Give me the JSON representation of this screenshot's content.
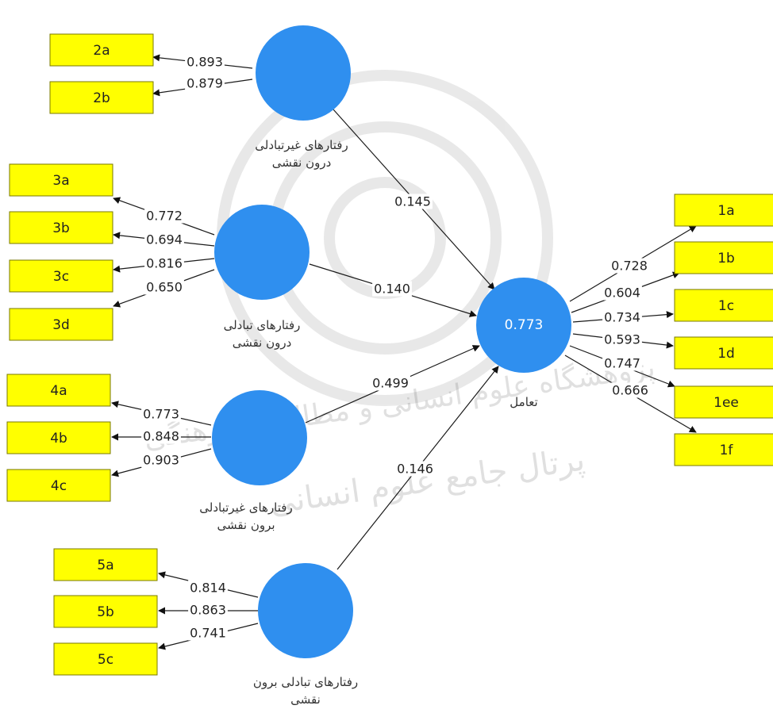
{
  "constructs": {
    "c2": {
      "label_lines": [
        "رفتارهای غیرتبادلی",
        "درون نقشی"
      ]
    },
    "c3": {
      "label_lines": [
        "رفتارهای تبادلی",
        "درون نقشی"
      ]
    },
    "c4": {
      "label_lines": [
        "رفتارهای غیرتبادلی",
        "برون نقشی"
      ]
    },
    "c5": {
      "label_lines": [
        "رفتارهای تبادلی برون",
        "نقشی"
      ]
    },
    "c1": {
      "label_lines": [
        "تعامل"
      ],
      "r_squared": "0.773"
    }
  },
  "indicators": [
    {
      "id": "2a",
      "label": "2a",
      "loading": "0.893"
    },
    {
      "id": "2b",
      "label": "2b",
      "loading": "0.879"
    },
    {
      "id": "3a",
      "label": "3a",
      "loading": "0.772"
    },
    {
      "id": "3b",
      "label": "3b",
      "loading": "0.694"
    },
    {
      "id": "3c",
      "label": "3c",
      "loading": "0.816"
    },
    {
      "id": "3d",
      "label": "3d",
      "loading": "0.650"
    },
    {
      "id": "4a",
      "label": "4a",
      "loading": "0.773"
    },
    {
      "id": "4b",
      "label": "4b",
      "loading": "0.848"
    },
    {
      "id": "4c",
      "label": "4c",
      "loading": "0.903"
    },
    {
      "id": "5a",
      "label": "5a",
      "loading": "0.814"
    },
    {
      "id": "5b",
      "label": "5b",
      "loading": "0.863"
    },
    {
      "id": "5c",
      "label": "5c",
      "loading": "0.741"
    },
    {
      "id": "1a",
      "label": "1a",
      "loading": "0.728"
    },
    {
      "id": "1b",
      "label": "1b",
      "loading": "0.604"
    },
    {
      "id": "1c",
      "label": "1c",
      "loading": "0.734"
    },
    {
      "id": "1d",
      "label": "1d",
      "loading": "0.593"
    },
    {
      "id": "1ee",
      "label": "1ee",
      "loading": "0.747"
    },
    {
      "id": "1f",
      "label": "1f",
      "loading": "0.666"
    }
  ],
  "paths": [
    {
      "from": "c2",
      "to": "c1",
      "coef": "0.145"
    },
    {
      "from": "c3",
      "to": "c1",
      "coef": "0.140"
    },
    {
      "from": "c4",
      "to": "c1",
      "coef": "0.499"
    },
    {
      "from": "c5",
      "to": "c1",
      "coef": "0.146"
    }
  ],
  "watermark": {
    "line1": "پژوهشگاه علوم انسانی و مطالعات فرهنگی",
    "line2": "پرتال جامع علوم انسانی"
  },
  "colors": {
    "construct_fill": "#2f8fef",
    "indicator_fill": "#ffff00",
    "indicator_border": "#7a7a00"
  }
}
